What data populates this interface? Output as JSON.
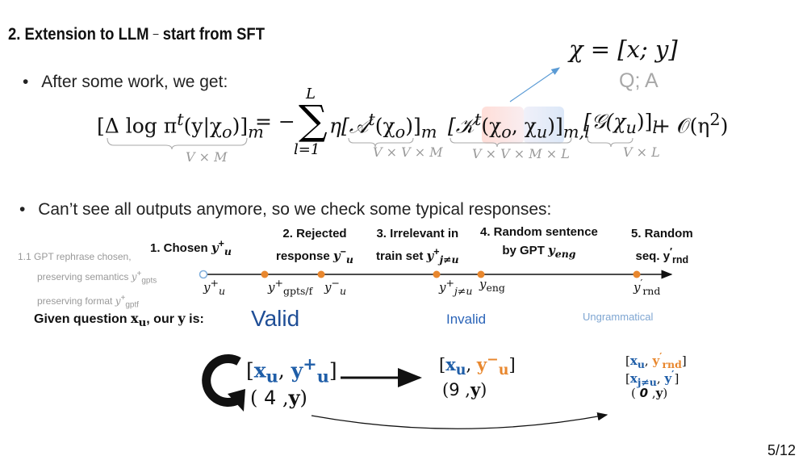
{
  "slide": {
    "title_main": "2. Extension to LLM",
    "title_dash": "–",
    "title_rest": "start from SFT",
    "page_number": "5/12"
  },
  "bullets": {
    "bullet_char": "•",
    "first": "After some work, we get:",
    "second": "Can’t see all outputs anymore, so we check some typical responses:"
  },
  "chi_definition": {
    "formula": "χ = [x; y]",
    "meaning": "Q; A"
  },
  "equation": {
    "lhs": "[Δ log π",
    "lhs_sup": "t",
    "lhs_mid": "(y|χ",
    "lhs_sub_o": "o",
    "lhs_close": ")]",
    "lhs_sub_m": "m",
    "eq_sign": "= −",
    "sum_symbol": "∑",
    "sum_upper": "L",
    "sum_lower": "l=1",
    "term_a": "η[𝒜",
    "term_a_sup": "t",
    "term_a_arg": "(χ",
    "term_a_sub": "o",
    "term_a_close": ")]",
    "term_a_sub_m": "m",
    "term_k": "[𝒦",
    "term_k_sup": "t",
    "term_k_arg": "(χ",
    "term_k_sub_o": "o",
    "term_k_comma": ", χ",
    "term_k_sub_u": "u",
    "term_k_close": ")]",
    "term_k_sub_ml": "m,l",
    "term_g": "[𝒢(χ",
    "term_g_sub": "u",
    "term_g_close": ")]",
    "term_g_sub_l": "l",
    "tail": "+ 𝒪(η",
    "tail_sup": "2",
    "tail_close": ")",
    "dims": [
      "V × M",
      "V × V × M",
      "V × V × M × L",
      "V × L"
    ]
  },
  "response_axis": {
    "headings": [
      {
        "line1": "1. Chosen",
        "sym": "y",
        "sup": "+",
        "sub": "u"
      },
      {
        "line1": "2. Rejected",
        "line2": "response",
        "sym": "y",
        "sup": "−",
        "sub": "u"
      },
      {
        "line1": "3. Irrelevant in",
        "line2": "train set",
        "sym": "y",
        "sup": "+",
        "sub": "j≠u"
      },
      {
        "line1": "4. Random sentence",
        "line2": "by GPT",
        "sym": "y",
        "sub": "eng"
      },
      {
        "line1": "5. Random",
        "line2": "seq.",
        "sym": "y",
        "sup": "′",
        "sub": "rnd"
      }
    ],
    "side_note": {
      "line1": "1.1 GPT rephrase chosen,",
      "line2": "preserving semantics",
      "line2_sym": "y",
      "line2_sup": "+",
      "line2_sub": "gpts",
      "line3": "preserving format",
      "line3_sym": "y",
      "line3_sup": "+",
      "line3_sub": "gptf"
    },
    "tick_labels": [
      {
        "sym": "y",
        "sup": "+",
        "sub": "u"
      },
      {
        "sym": "y",
        "sup": "+",
        "sub": "gpts/f"
      },
      {
        "sym": "y",
        "sup": "−",
        "sub": "u"
      },
      {
        "sym": "y",
        "sup": "+",
        "sub": "j≠u"
      },
      {
        "sym": "y",
        "sub": "eng"
      },
      {
        "sym": "y",
        "sup": "′",
        "sub": "rnd"
      }
    ]
  },
  "given": {
    "prefix": "Given question",
    "x_sym": "x",
    "x_sub": "u",
    "mid": ", our",
    "y_sym": "y",
    "suffix": "is:",
    "categories": [
      "Valid",
      "Invalid",
      "Ungrammatical"
    ]
  },
  "examples": {
    "valid": {
      "open": "[",
      "x": "x",
      "x_sub": "u",
      "comma": ", ",
      "y": "y",
      "y_sup": "+",
      "y_sub": "u",
      "close": "]",
      "digit_open": "(",
      "digit": "4",
      "digit_close": ",",
      "digit_y": "y",
      "digit_end": ")"
    },
    "invalid": {
      "open": "[",
      "x": "x",
      "x_sub": "u",
      "comma": ", ",
      "y": "y",
      "y_sup": "−",
      "y_sub": "u",
      "close": "]",
      "digit_open": "(",
      "digit": "9",
      "digit_close": ",",
      "digit_y": "y",
      "digit_end": ")"
    },
    "ungrammatical": {
      "line1_open": "[",
      "line1_x": "x",
      "line1_x_sub": "u",
      "line1_comma": ", ",
      "line1_y": "y",
      "line1_y_sup": "′",
      "line1_y_sub": "rnd",
      "line1_close": "]",
      "line2_open": "[",
      "line2_x": "x",
      "line2_x_sub": "j≠u",
      "line2_comma": ", ",
      "line2_y": "y",
      "line2_y_sup": "′",
      "line2_close": "]",
      "digit_open": "(",
      "digit": "0",
      "digit_close": ",",
      "digit_y": "y",
      "digit_end": ")"
    }
  },
  "colors": {
    "title": "#111111",
    "gray_dim": "#9a9a9a",
    "qa_gray": "#a8a8a8",
    "orange_point": "#e8872e",
    "blue_point": "#7faedc",
    "valid_blue": "#1f4e96",
    "invalid_blue": "#2b64b8",
    "ungrammatical_blue": "#7fa6d2",
    "arrow_blue": "#5b9bd5"
  },
  "icons": [
    "circular-arrow-icon",
    "right-arrow-icon",
    "curved-arrow-icon",
    "pointer-arrow-icon"
  ]
}
